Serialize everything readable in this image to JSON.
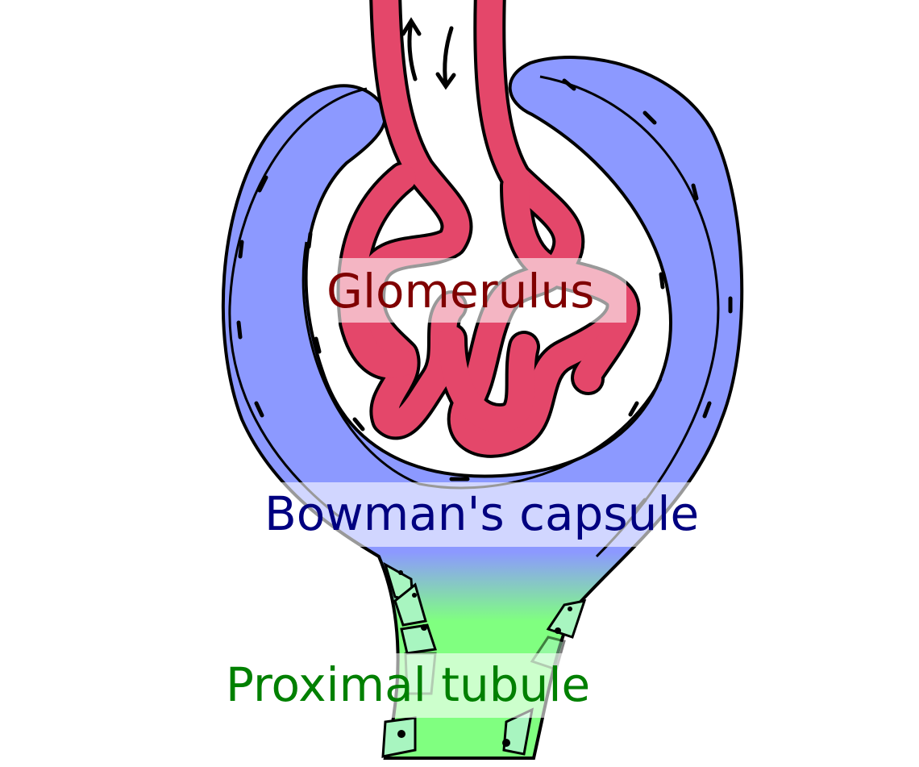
{
  "labels": {
    "glomerulus": "Glomerulus",
    "bowmans_capsule": "Bowman's capsule",
    "proximal_tubule": "Proximal tubule"
  },
  "colors": {
    "vessel": "#e4476a",
    "capsule": "#8c99ff",
    "tubule": "#80ff80",
    "glomerulus_text": "#800000",
    "capsule_text": "#000080",
    "tubule_text": "#008000"
  },
  "icons": [
    "flow-up-arrow-icon",
    "flow-down-arrow-icon"
  ]
}
